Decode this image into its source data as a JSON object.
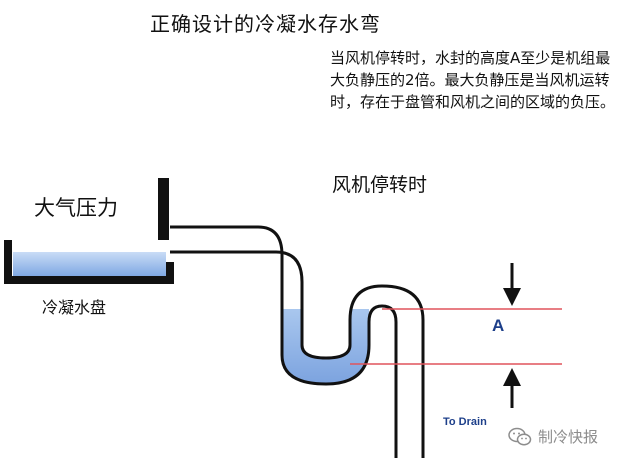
{
  "title": "正确设计的冷凝水存水弯",
  "note": "当风机停转时，水封的高度A至少是机组最大负静压的2倍。最大负静压是当风机运转时，存在于盘管和风机之间的区域的负压。",
  "labels": {
    "fan_stopped": "风机停转时",
    "atmospheric_pressure": "大气压力",
    "drain_pan": "冷凝水盘",
    "dimension": "A",
    "to_drain": "To Drain"
  },
  "watermark": {
    "text": "制冷快报",
    "icon": "wechat-icon"
  },
  "colors": {
    "water": "#9ebfea",
    "pipe_outline": "#111111",
    "reference_line": "#e0545c",
    "label_blue": "#1d3f8a",
    "watermark": "#8d8d8d"
  }
}
